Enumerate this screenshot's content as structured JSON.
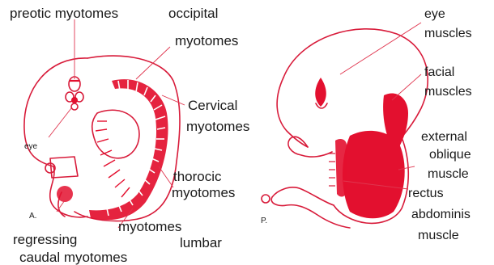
{
  "panel_a": {
    "tag": "A.",
    "labels": {
      "preotic": "preotic myotomes",
      "occipital": "occipital",
      "myotomes_occ": "myotomes",
      "cervical": "Cervical",
      "cervical_myotomes": "myotomes",
      "eye": "eye",
      "thoracic": "thorocic",
      "thoracic_myotomes": "myotomes",
      "myotomes_lumbar": "myotomes",
      "lumbar": "lumbar",
      "regressing": "regressing",
      "caudal": "caudal myotomes"
    }
  },
  "panel_b": {
    "tag": "P.",
    "labels": {
      "eye": "eye",
      "muscles_eye": "muscles",
      "facial": "facial",
      "muscles_facial": "muscles",
      "external": "external",
      "oblique": "oblique",
      "muscle_ext": "muscle",
      "rectus": "rectus",
      "abdominis": "abdominis",
      "muscle_rect": "muscle"
    }
  },
  "colors": {
    "muscle_red": "#e3102f",
    "outline_red": "#d81b3a",
    "text": "#1a1a1a"
  }
}
